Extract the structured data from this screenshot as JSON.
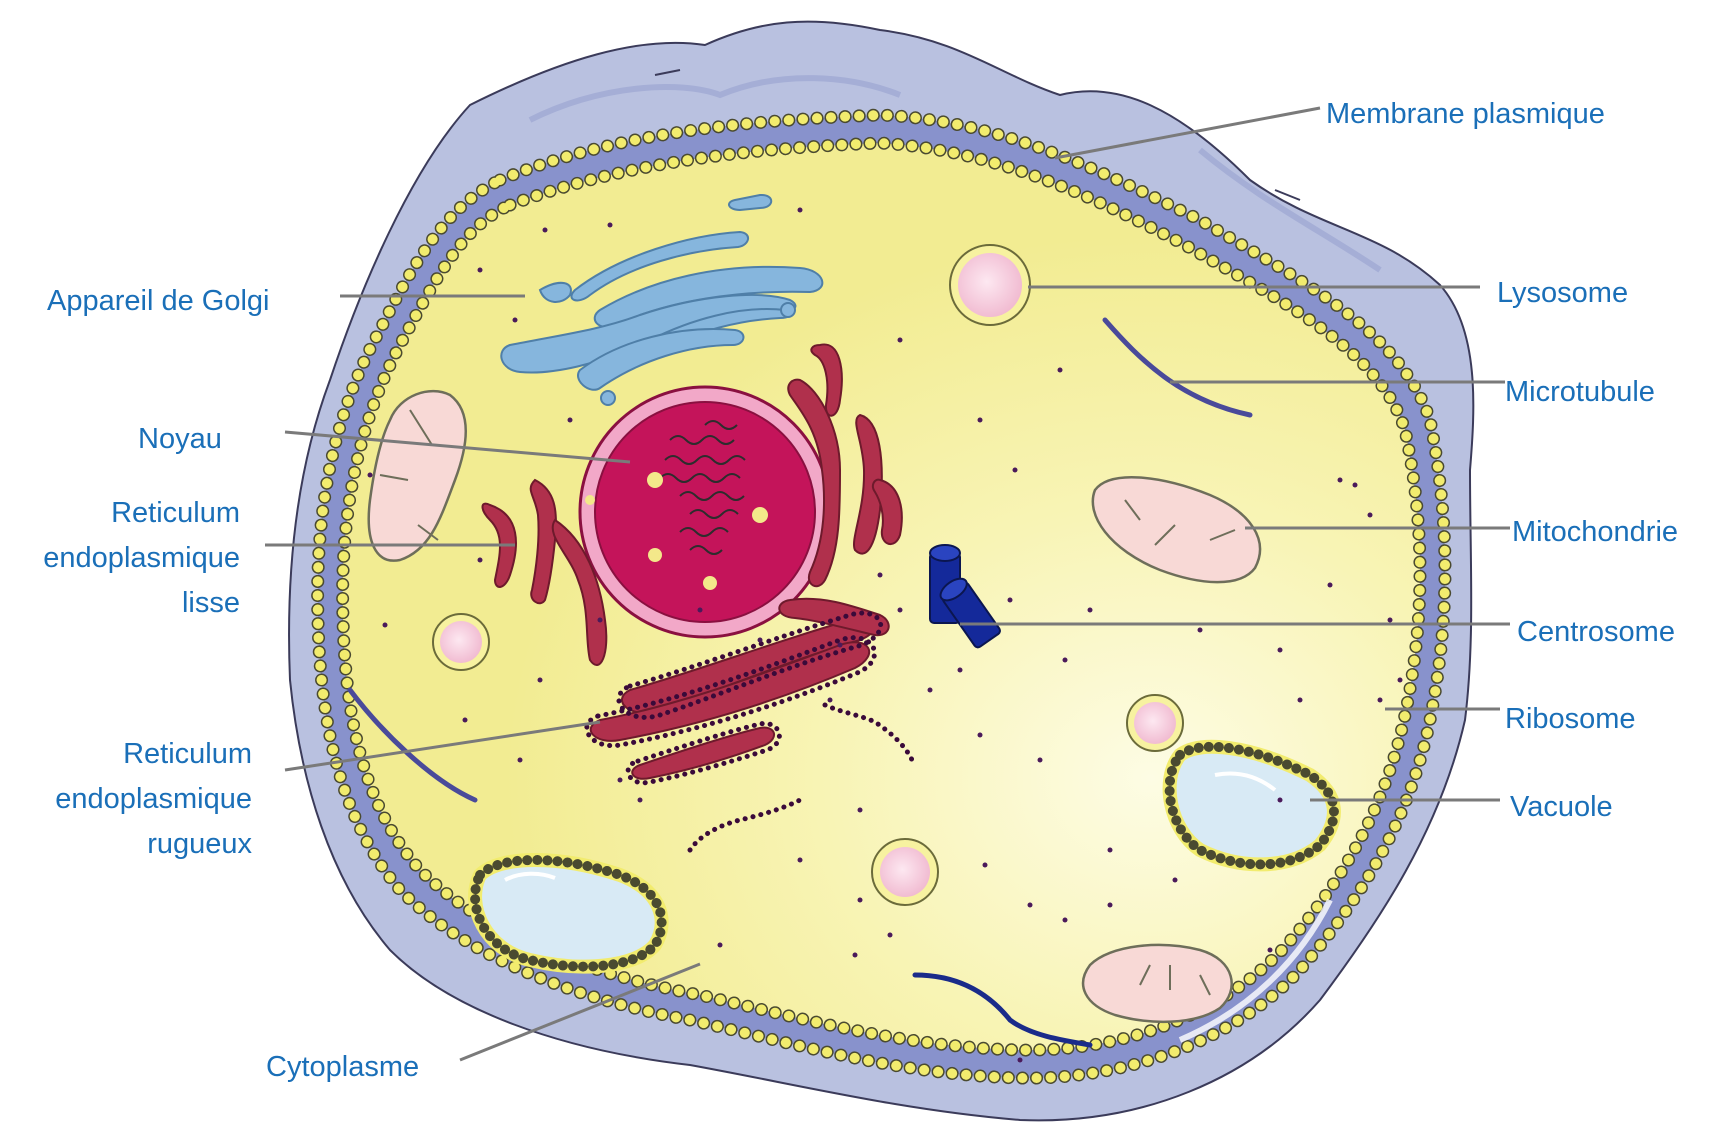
{
  "diagram": {
    "labels": {
      "membrane": "Membrane plasmique",
      "lysosome": "Lysosome",
      "microtubule": "Microtubule",
      "mitochondrie": "Mitochondrie",
      "centrosome": "Centrosome",
      "ribosome": "Ribosome",
      "vacuole": "Vacuole",
      "golgi": "Appareil de Golgi",
      "noyau": "Noyau",
      "rel": [
        "Reticulum",
        "endoplasmique",
        "lisse"
      ],
      "rer": [
        "Reticulum",
        "endoplasmique",
        "rugueux"
      ],
      "cytoplasme": "Cytoplasme"
    },
    "colors": {
      "label_text": "#1a6fb8",
      "leader_line": "#7a7a7a",
      "outer_membrane": "#b9c1e0",
      "cytoplasm": "#f6f2a4",
      "nucleus": "#c4145a",
      "endoplasmic_reticulum": "#b0304c",
      "golgi": "#86b6dd",
      "centrosome": "#14299a",
      "lysosome": "#f5c9dd",
      "mitochondria": "#f8d9d6",
      "vacuole": "#d8eaf5"
    }
  }
}
